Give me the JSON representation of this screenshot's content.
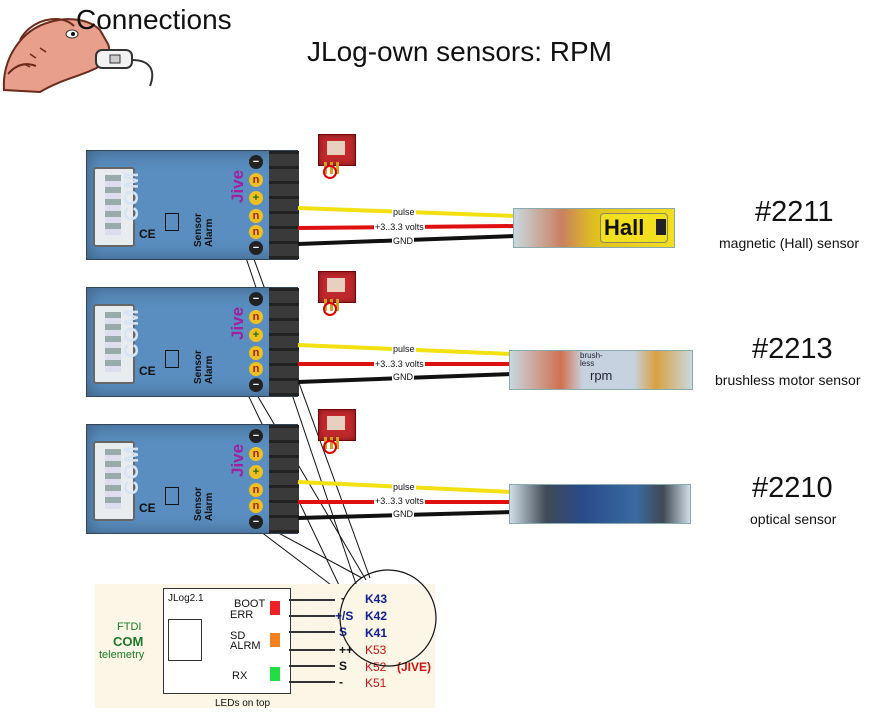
{
  "header": {
    "section_label": "Connections",
    "title": "JLog-own sensors: RPM"
  },
  "sensors": [
    {
      "part_number": "#2211",
      "description": "magnetic (Hall) sensor",
      "image_text": "Hall"
    },
    {
      "part_number": "#2213",
      "description": "brushless motor sensor",
      "image_text_top": "brush-\nless",
      "image_text": "rpm"
    },
    {
      "part_number": "#2210",
      "description": "optical sensor"
    }
  ],
  "wires": {
    "pulse": "pulse",
    "power": "+3..3.3 volts",
    "ground": "GND"
  },
  "board": {
    "com_label": "COM",
    "jive_label": "Jive",
    "sensor_label": "Sensor",
    "alarm_label": "Alarm",
    "ce_label": "CE"
  },
  "jlog": {
    "model": "JLog2.1",
    "ftdi": "FTDI",
    "com": "COM",
    "telemetry": "telemetry",
    "boot": "BOOT",
    "err": "ERR",
    "sd": "SD",
    "alrm": "ALRM",
    "rx": "RX",
    "leds_note": "LEDs on top",
    "pins": [
      {
        "signal": "-",
        "name": "K43"
      },
      {
        "signal": "+/S",
        "name": "K42"
      },
      {
        "signal": "S",
        "name": "K41"
      },
      {
        "signal": "++",
        "name": "K53"
      },
      {
        "signal": "S",
        "name": "K52"
      },
      {
        "signal": "-",
        "name": "K51"
      }
    ],
    "jive_tag": "(JIVE)",
    "colors": {
      "err_led": "#ee2222",
      "alrm_led": "#f08020",
      "rx_led": "#22dd44",
      "pin_blue": "#102090",
      "pin_red": "#cc1111"
    }
  }
}
